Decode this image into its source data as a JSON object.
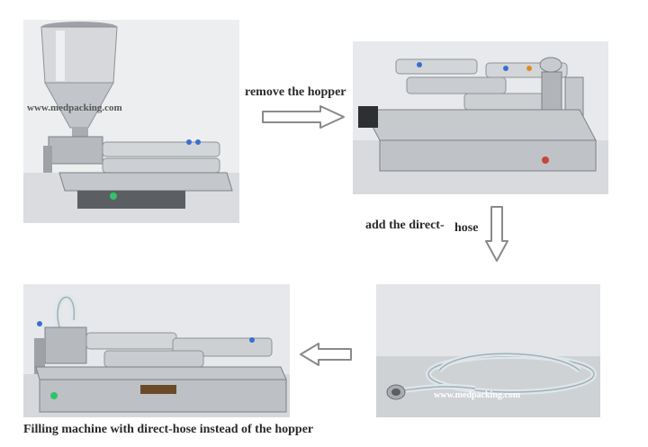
{
  "captions": {
    "remove_hopper": "remove the hopper",
    "add_direct": "add the direct-",
    "add_hose": "hose",
    "final": "Filling machine with direct-hose instead of the hopper"
  },
  "watermark": "www.medpacking.com",
  "colors": {
    "arrow_stroke": "#8a8a8a",
    "arrow_fill": "#ffffff",
    "steel": "#c7c9cc",
    "backdrop": "#e4e6e9"
  },
  "icons": {
    "arrow_right": "arrow-right-icon",
    "arrow_down": "arrow-down-icon",
    "arrow_left": "arrow-left-icon"
  }
}
